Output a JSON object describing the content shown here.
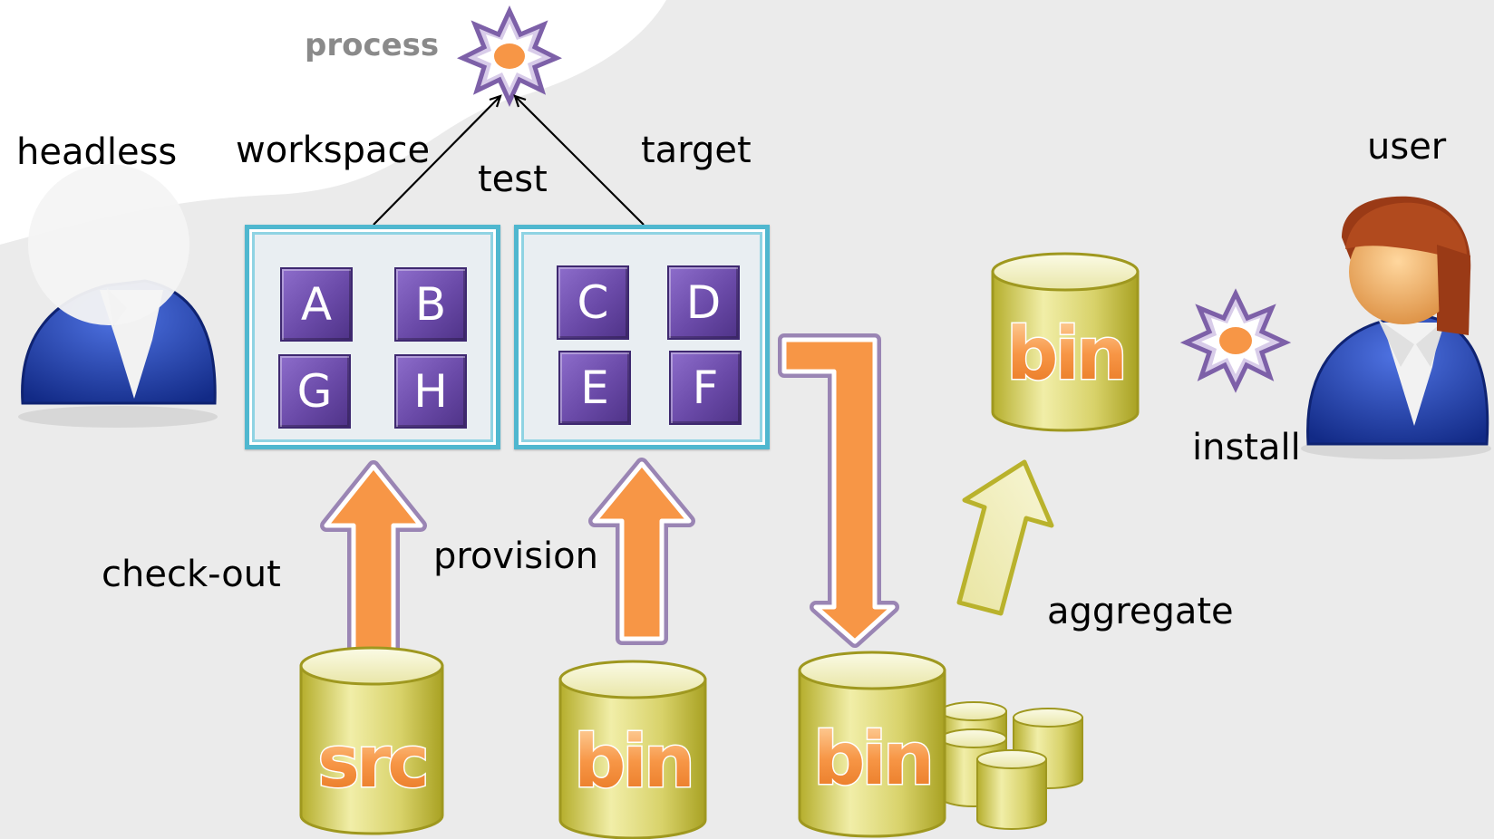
{
  "labels": {
    "process": "process",
    "headless": "headless",
    "workspace": "workspace",
    "test": "test",
    "target": "target",
    "user": "user",
    "install": "install",
    "check_out": "check-out",
    "provision": "provision",
    "aggregate": "aggregate"
  },
  "workspace_tiles": [
    "A",
    "B",
    "G",
    "H"
  ],
  "target_tiles": [
    "C",
    "D",
    "E",
    "F"
  ],
  "repositories": {
    "src": "src",
    "bin_provision": "bin",
    "bin_build": "bin",
    "bin_aggregate": "bin"
  },
  "colors": {
    "background": "#ebebeb",
    "box_border": "#4fb7cf",
    "tile": "#6a4aa8",
    "arrow_orange": "#f79646",
    "arrow_outline": "#8064a2",
    "cylinder": "#c8c24e",
    "person_blue": "#1f3fa8",
    "hair": "#9a3a16"
  },
  "icons": [
    "process-gear-icon",
    "install-gear-icon",
    "headless-person-icon",
    "user-person-icon"
  ]
}
